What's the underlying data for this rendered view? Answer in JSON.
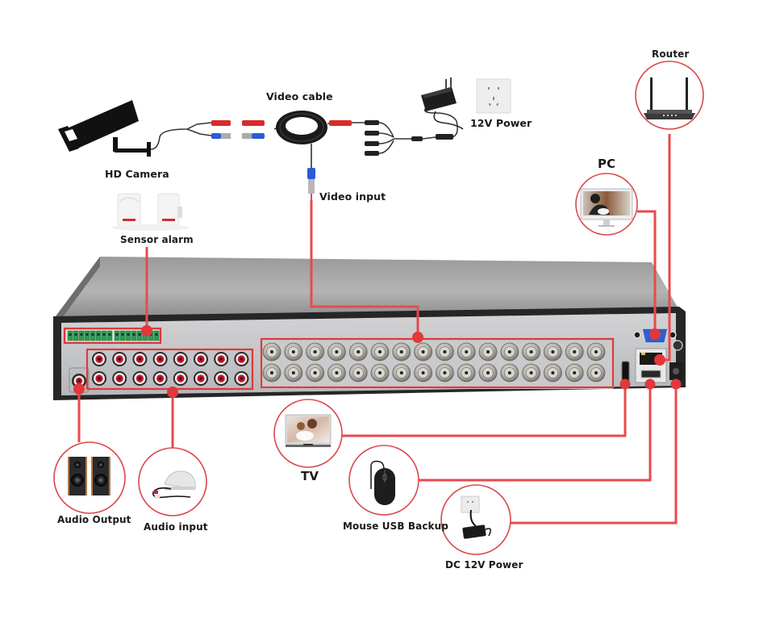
{
  "title": "32-Channel DVR Connection Diagram",
  "colors": {
    "accent": "#e0383b",
    "line": "#e84a4c",
    "circle_stroke": "#d9484a",
    "dvr_top": "#8c8c8c",
    "dvr_panel": "#bfc0c2",
    "dvr_frame": "#2b2b2b",
    "terminal_green": "#2f9a52",
    "rca_red": "#c3122a",
    "vga_blue": "#2b5fcf"
  },
  "labels": {
    "hd_camera": "HD Camera",
    "video_cable": "Video cable",
    "power_12v": "12V Power",
    "video_input": "Video input",
    "sensor_alarm": "Sensor alarm",
    "router": "Router",
    "pc": "PC",
    "tv": "TV",
    "mouse_usb": "Mouse USB Backup",
    "dc_power": "DC 12V Power",
    "audio_output": "Audio Output",
    "audio_input": "Audio input"
  },
  "dvr": {
    "bnc_columns": 16,
    "bnc_rows": 2,
    "bnc_total": 32,
    "rca_columns": 8,
    "rca_rows": 2,
    "alarm_terminals": 16
  },
  "icons": {
    "camera": "cctv-camera-icon",
    "cable": "coax-cable-reel-icon",
    "adapter": "power-adapter-icon",
    "outlet": "wall-outlet-icon",
    "sensor": "pir-sensor-icon",
    "router": "wifi-router-icon",
    "pc": "monitor-icon",
    "tv": "tv-icon",
    "mouse": "mouse-icon",
    "dc_power": "dc-power-supply-icon",
    "speakers": "speaker-icon",
    "microphone": "microphone-icon"
  }
}
